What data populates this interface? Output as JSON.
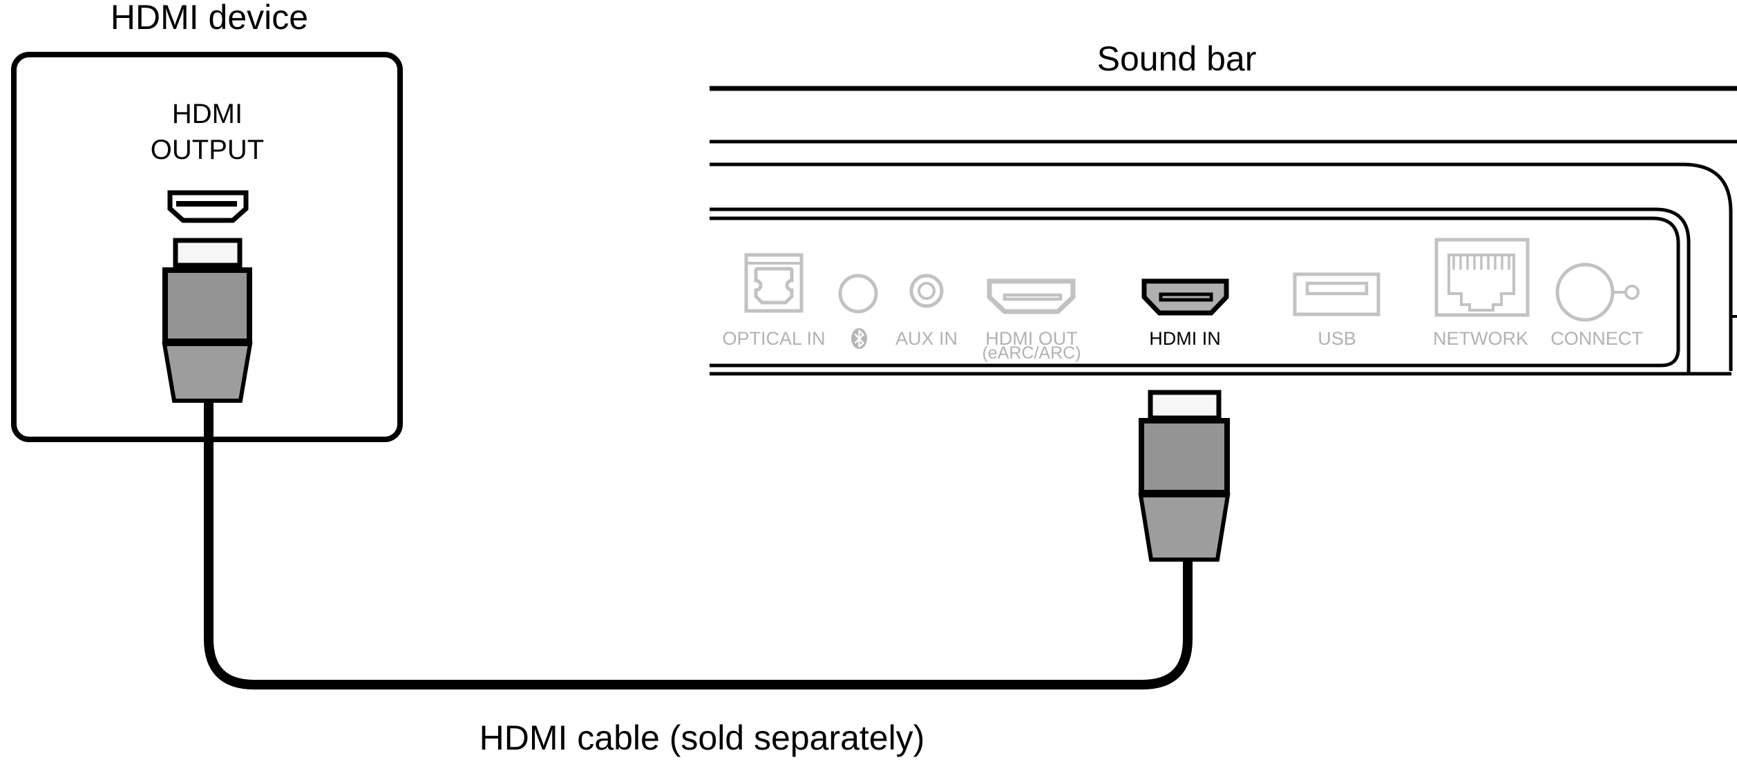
{
  "diagram": {
    "device": {
      "title": "HDMI device",
      "port_label_line1": "HDMI",
      "port_label_line2": "OUTPUT"
    },
    "soundbar": {
      "title": "Sound bar",
      "ports": [
        {
          "id": "optical-in",
          "label": "OPTICAL IN",
          "highlighted": false
        },
        {
          "id": "bluetooth",
          "label": "",
          "icon": "bluetooth-icon",
          "highlighted": false
        },
        {
          "id": "aux-in",
          "label": "AUX IN",
          "highlighted": false
        },
        {
          "id": "hdmi-out",
          "label": "HDMI OUT",
          "sublabel": "(eARC/ARC)",
          "highlighted": false
        },
        {
          "id": "hdmi-in",
          "label": "HDMI IN",
          "highlighted": true
        },
        {
          "id": "usb",
          "label": "USB",
          "highlighted": false
        },
        {
          "id": "network",
          "label": "NETWORK",
          "highlighted": false
        },
        {
          "id": "connect",
          "label": "CONNECT",
          "highlighted": false
        }
      ]
    },
    "cable_label": "HDMI cable (sold separately)",
    "colors": {
      "line": "#000000",
      "gray_icon": "#c2c2c2",
      "gray_label": "#b2b2b2",
      "bluetooth_glyph_fill": "#b5b5b5",
      "hdmi_in_fill": "#b0b0b0",
      "plug_tip": "#f6f6f6",
      "plug_body": "#949494",
      "plug_taper": "#9d9d9d"
    }
  }
}
